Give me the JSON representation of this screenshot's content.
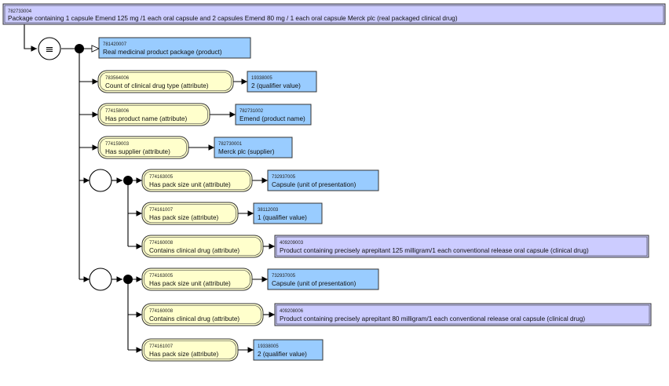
{
  "root": {
    "id": "782733004",
    "label": "Package containing 1 capsule Emend 125 mg /1 each oral capsule and 2 capsules Emend 80 mg / 1 each oral capsule Merck plc (real packaged clinical drug)"
  },
  "definition_status_symbol": "≡",
  "parent": {
    "id": "781420007",
    "label": "Real medicinal product package (product)"
  },
  "attributes": [
    {
      "attr": {
        "id": "783564006",
        "label": "Count of clinical drug type (attribute)"
      },
      "value": {
        "id": "19338005",
        "label": "2 (qualifier value)"
      }
    },
    {
      "attr": {
        "id": "774158006",
        "label": "Has product name (attribute)"
      },
      "value": {
        "id": "782731002",
        "label": "Emend (product name)"
      }
    },
    {
      "attr": {
        "id": "774159003",
        "label": "Has supplier (attribute)"
      },
      "value": {
        "id": "782730001",
        "label": "Merck plc (supplier)"
      }
    }
  ],
  "groups": [
    [
      {
        "attr": {
          "id": "774163005",
          "label": "Has pack size unit (attribute)"
        },
        "value": {
          "id": "732937005",
          "label": "Capsule (unit of presentation)"
        }
      },
      {
        "attr": {
          "id": "774161007",
          "label": "Has pack size (attribute)"
        },
        "value": {
          "id": "38112003",
          "label": "1 (qualifier value)"
        }
      },
      {
        "attr": {
          "id": "774160008",
          "label": "Contains clinical drug (attribute)"
        },
        "value": {
          "id": "409209003",
          "label": "Product containing precisely aprepitant 125 milligram/1 each conventional release oral capsule (clinical drug)"
        }
      }
    ],
    [
      {
        "attr": {
          "id": "774163005",
          "label": "Has pack size unit (attribute)"
        },
        "value": {
          "id": "732937005",
          "label": "Capsule (unit of presentation)"
        }
      },
      {
        "attr": {
          "id": "774160008",
          "label": "Contains clinical drug (attribute)"
        },
        "value": {
          "id": "409208006",
          "label": "Product containing precisely aprepitant 80 milligram/1 each conventional release oral capsule (clinical drug)"
        }
      },
      {
        "attr": {
          "id": "774161007",
          "label": "Has pack size (attribute)"
        },
        "value": {
          "id": "19338005",
          "label": "2 (qualifier value)"
        }
      }
    ]
  ],
  "colors": {
    "defined_concept": "#ccccff",
    "primitive_concept": "#99ccff",
    "attribute": "#ffffcc",
    "border": "#333333"
  }
}
